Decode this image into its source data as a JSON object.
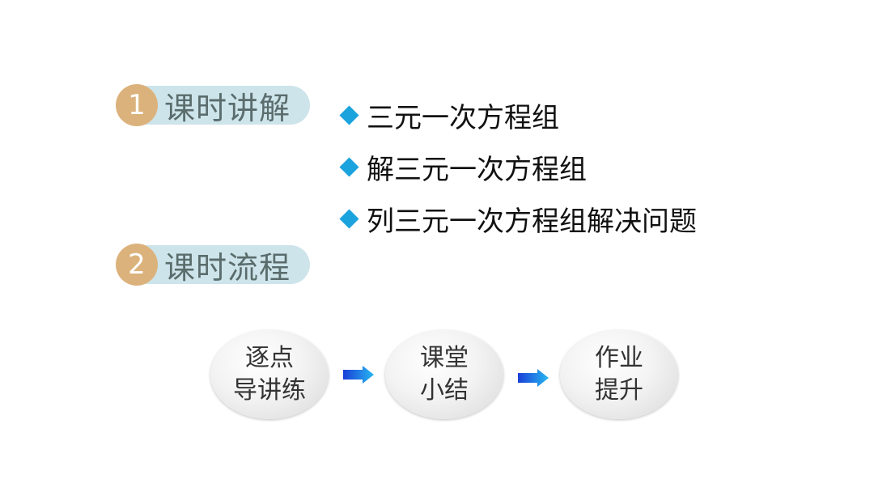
{
  "sections": [
    {
      "number": "1",
      "title": "课时讲解"
    },
    {
      "number": "2",
      "title": "课时流程"
    }
  ],
  "topics": [
    "三元一次方程组",
    "解三元一次方程组",
    "列三元一次方程组解决问题"
  ],
  "flow": [
    {
      "line1": "逐点",
      "line2": "导讲练"
    },
    {
      "line1": "课堂",
      "line2": "小结"
    },
    {
      "line1": "作业",
      "line2": "提升"
    }
  ],
  "colors": {
    "pill_bg": "#cde4ea",
    "number_circle": "#dcb27c",
    "diamond": "#1ba3de",
    "arrow": "#1a5fe0"
  },
  "icons": [
    "diamond-bullet-icon",
    "right-arrow-icon"
  ]
}
